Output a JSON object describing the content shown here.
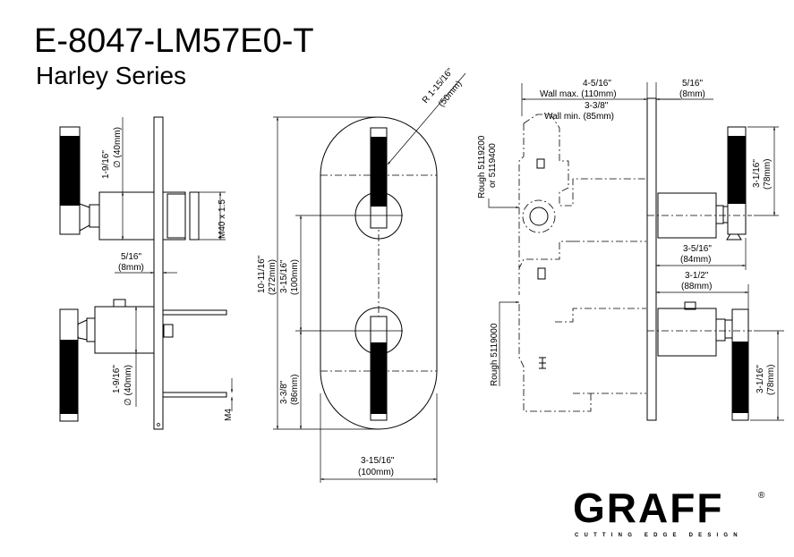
{
  "header": {
    "model": "E-8047-LM57E0-T",
    "series": "Harley Series"
  },
  "side_view": {
    "top_diameter": "1-9/16\"",
    "top_diameter_mm": "∅ (40mm)",
    "thread": "M40 x 1.5",
    "plate_thickness": "5/16\"",
    "plate_thickness_mm": "(8mm)",
    "bottom_diameter": "1-9/16\"",
    "bottom_diameter_mm": "∅ (40mm)",
    "screw": "M4"
  },
  "front_view": {
    "radius": "R  1-15/16\"",
    "radius_mm": "(50mm)",
    "height": "10-11/16\"",
    "height_mm": "(272mm)",
    "spacing": "3-15/16\"",
    "spacing_mm": "(100mm)",
    "lower": "3-3/8\"",
    "lower_mm": "(86mm)",
    "width": "3-15/16\"",
    "width_mm": "(100mm)"
  },
  "install_view": {
    "wall_max_val": "4-5/16\"",
    "wall_max": "Wall max.  (110mm)",
    "wall_min_val": "3-3/8\"",
    "wall_min": "Wall min. (85mm)",
    "plate": "5/16\"",
    "plate_mm": "(8mm)",
    "rough_top": "Rough 5119200",
    "rough_top_alt": "or 5119400",
    "handle_top": "3-1/16\"",
    "handle_top_mm": "(78mm)",
    "proj_top": "3-5/16\"",
    "proj_top_mm": "(84mm)",
    "proj_bottom": "3-1/2\"",
    "proj_bottom_mm": "(88mm)",
    "rough_bottom": "Rough 5119000",
    "handle_bottom": "3-1/16\"",
    "handle_bottom_mm": "(78mm)"
  },
  "logo": {
    "brand": "GRAFF",
    "registered": "®",
    "tagline": "CUTTING EDGE DESIGN"
  }
}
